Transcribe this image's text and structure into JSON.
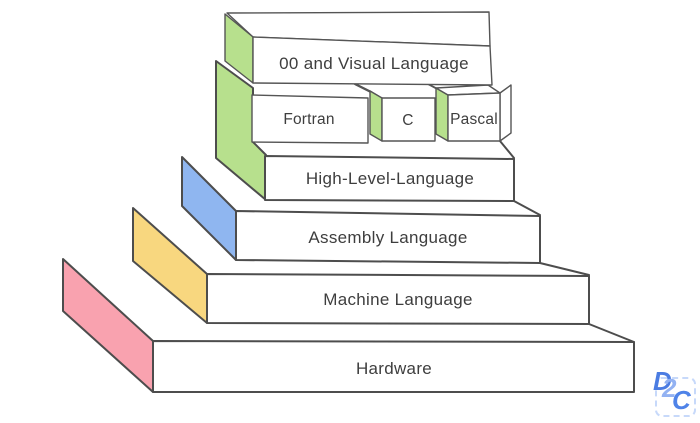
{
  "colors": {
    "outline": "#4d4d4d",
    "label_text": "#3e3e3e",
    "face_white": "#ffffff"
  },
  "pyramid": {
    "layers": [
      {
        "label": "Hardware",
        "side_color": "#f9a2af"
      },
      {
        "label": "Machine Language",
        "side_color": "#f8d77f"
      },
      {
        "label": "Assembly Language",
        "side_color": "#8fb6f0"
      },
      {
        "label": "High-Level-Language",
        "side_color": "#b7e08d"
      },
      {
        "label": "00 and Visual Language",
        "side_color": "#b7e08d"
      }
    ],
    "high_level_examples": [
      {
        "label": "Fortran"
      },
      {
        "label": "C",
        "side_color": "#b7e08d"
      },
      {
        "label": "Pascal",
        "side_color": "#b7e08d"
      }
    ]
  },
  "watermark": {
    "text": "D2C",
    "letters": [
      "D",
      "2",
      "C"
    ],
    "letter_colors": [
      "#4b7ce2",
      "#93b2f2",
      "#4f83e8"
    ],
    "frame_color": "#c7d9fa"
  }
}
